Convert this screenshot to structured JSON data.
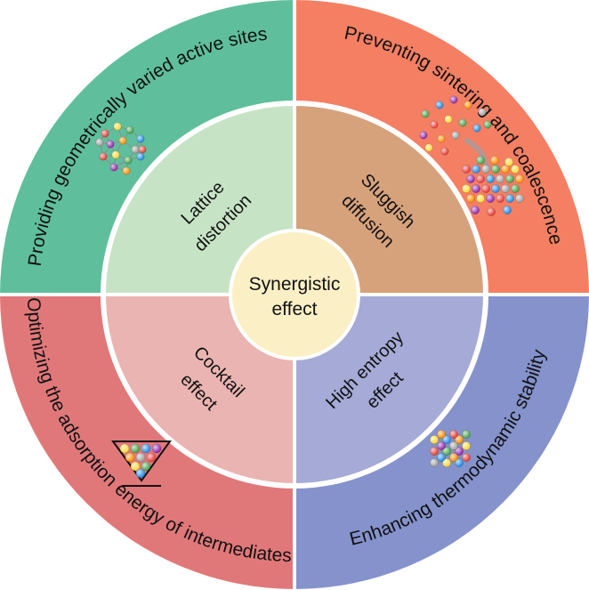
{
  "center": {
    "line1": "Synergistic",
    "line2": "effect",
    "color": "#fbefc5"
  },
  "quadrants": [
    {
      "id": "top-left",
      "outer_text": "Providing geometrically varied active sites",
      "inner_line1": "Lattice",
      "inner_line2": "distortion",
      "outer_color": "#5fbf9c",
      "inner_color": "#c7e3c6",
      "icon": "crystal-cluster-icon"
    },
    {
      "id": "top-right",
      "outer_text": "Preventing sintering and coalescence",
      "inner_line1": "Sluggish",
      "inner_line2": "diffusion",
      "outer_color": "#f47f63",
      "inner_color": "#d6a27c",
      "icon": "scattered-atoms-icon"
    },
    {
      "id": "bottom-left",
      "outer_text": "Optimizing the adsorption energy of intermediates",
      "inner_line1": "Cocktail",
      "inner_line2": "effect",
      "outer_color": "#e0787a",
      "inner_color": "#e9b4b1",
      "icon": "cocktail-glass-icon"
    },
    {
      "id": "bottom-right",
      "outer_text": "Enhancing thermodynamic stability",
      "inner_line1": "High entropy",
      "inner_line2": "effect",
      "outer_color": "#8592cc",
      "inner_color": "#a5aad6",
      "icon": "lattice-cube-icon"
    }
  ],
  "ring_divider_color": "#ffffff"
}
